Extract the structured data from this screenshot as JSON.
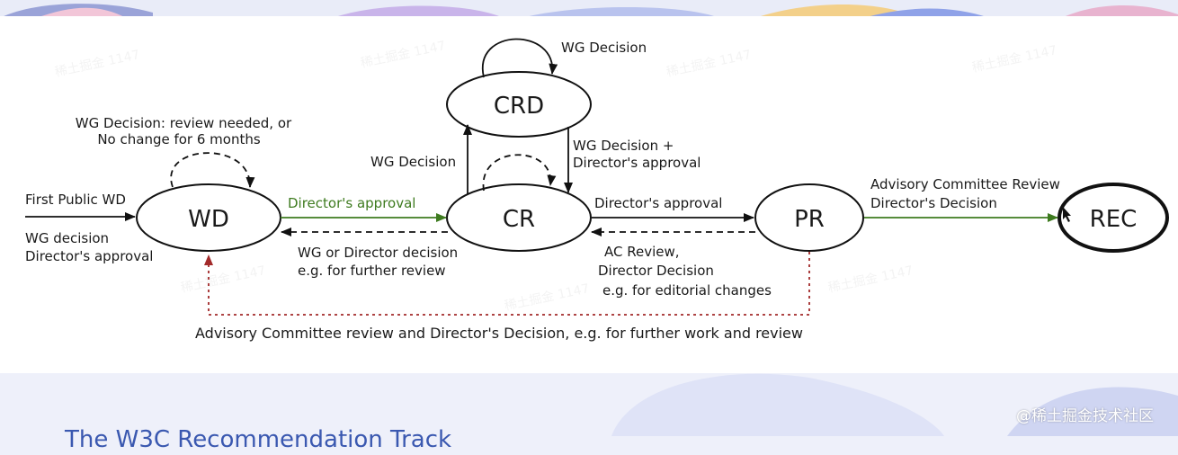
{
  "colors": {
    "accent_green": "#3e7b1f",
    "dashed_red": "#a22a2a",
    "title_blue": "#3a58b0"
  },
  "nodes": {
    "wd": "WD",
    "cr": "CR",
    "crd": "CRD",
    "pr": "PR",
    "rec": "REC"
  },
  "edges": {
    "wd_self_loop_line1": "WG Decision: review needed, or",
    "wd_self_loop_line2": "No change for 6 months",
    "first_public_wd": "First Public WD",
    "wd_entry_line1": "WG decision",
    "wd_entry_line2": "Director's approval",
    "wd_to_cr": "Director's approval",
    "cr_to_wd_line1": "WG or Director decision",
    "cr_to_wd_line2": "e.g. for further review",
    "cr_to_crd": "WG Decision",
    "crd_self_loop": "WG Decision",
    "crd_to_cr_line1": "WG Decision +",
    "crd_to_cr_line2": "Director's approval",
    "cr_to_pr": "Director's approval",
    "pr_to_cr_line1": "AC Review,",
    "pr_to_cr_line2": "Director Decision",
    "pr_to_cr_line3": "e.g. for editorial changes",
    "pr_to_rec_line1": "Advisory Committee Review",
    "pr_to_rec_line2": "Director's Decision",
    "pr_to_wd": "Advisory Committee review and Director's Decision, e.g. for further work and review"
  },
  "footer": {
    "slide_title": "The W3C Recommendation Track",
    "credit": "@稀土掘金技术社区"
  }
}
